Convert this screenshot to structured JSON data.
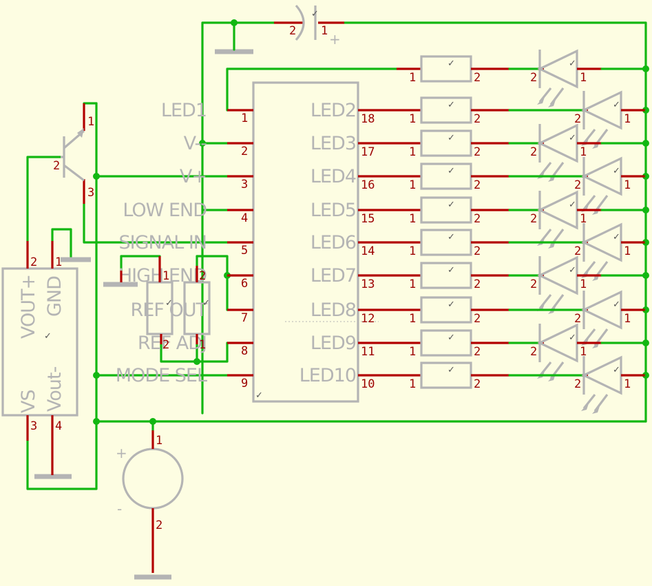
{
  "chip": {
    "left_labels": [
      "LED1",
      "V--",
      "V+",
      "LOW END",
      "SIGNAL IN",
      "HIGH END",
      "REF OUT",
      "REF ADJ",
      "MODE SEL"
    ],
    "left_pins": [
      "1",
      "2",
      "3",
      "4",
      "5",
      "6",
      "7",
      "8",
      "9"
    ],
    "right_labels": [
      "LED2",
      "LED3",
      "LED4",
      "LED5",
      "LED6",
      "LED7",
      "LED8",
      "LED9",
      "LED10"
    ],
    "right_pins": [
      "18",
      "17",
      "16",
      "15",
      "14",
      "13",
      "12",
      "11",
      "10"
    ]
  },
  "resistor_pins": [
    "1",
    "2"
  ],
  "led_pins": [
    "2",
    "1"
  ],
  "capacitor_pins": [
    "2",
    "1"
  ],
  "capacitor_polarity": "+",
  "transistor_pins": [
    "1",
    "2",
    "3"
  ],
  "sensor": {
    "labels": [
      "VOUT+",
      "GND",
      "VS",
      "Vout-"
    ],
    "pins": [
      "2",
      "1",
      "3",
      "4"
    ]
  },
  "trimpot_pins": [
    "1",
    "2",
    "2",
    "1"
  ],
  "source": {
    "pins": [
      "1",
      "2"
    ],
    "plus": "+",
    "minus": "-"
  },
  "colors": {
    "background": "#fdfde2",
    "wire": "#12b712",
    "lead": "#b20000",
    "body": "#b4b4b4"
  }
}
